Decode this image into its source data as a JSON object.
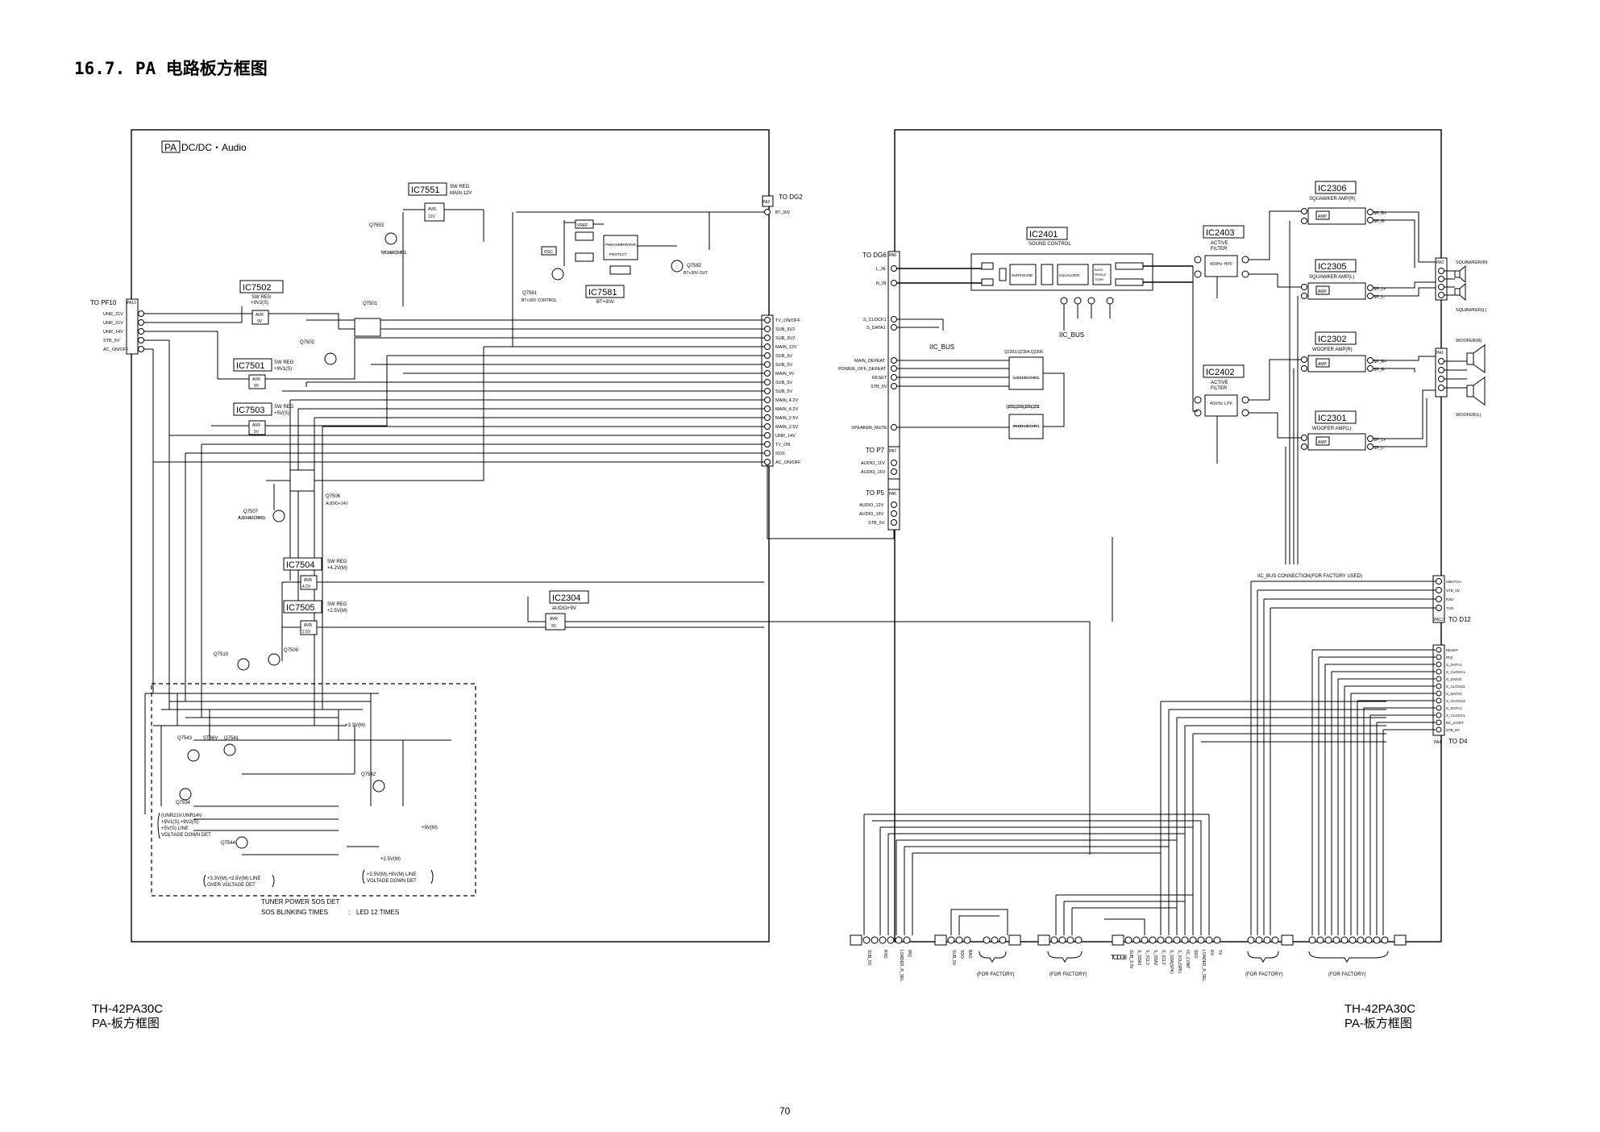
{
  "section_title": "16.7. PA 电路板方框图",
  "board_tag": "PA",
  "board_name": "DC/DC・Audio",
  "model_left": "TH-42PA30C",
  "caption_left": "PA-板方框图",
  "model_right": "TH-42PA30C",
  "caption_right": "PA-板方框图",
  "page_number": "70",
  "connectors": {
    "to_pf10": "TO PF10",
    "pf10_id": "PA10",
    "pf10_pins": [
      "UNR_21V",
      "UNR_21V",
      "UNR_14V",
      "STB_5V",
      "AC_ON/OFF"
    ],
    "to_dg2": "TO DG2",
    "pa2_id": "PA2",
    "bt30v": "BT_30V",
    "pa2_pins": [
      "TV_ON/OFF",
      "SUB_9V2",
      "SUB_9V2",
      "MAIN_12V",
      "SUB_5V",
      "SUB_5V",
      "MAIN_9V",
      "SUB_5V",
      "SUB_5V",
      "MAIN_4.2V",
      "MAIN_4.2V",
      "MAIN_2.5V",
      "MAIN_2.5V",
      "UNR_14V",
      "TV_ON",
      "SOS",
      "AC_ON/OFF"
    ],
    "to_dg6": "TO DG6",
    "pa6_id": "PA6",
    "pa6_audio": [
      "L_IN",
      "R_IN"
    ],
    "pa6_bus": [
      "S_CLOCK1",
      "S_DATA1"
    ],
    "pa6_ctrl": [
      "MAIN_DEFEAT",
      "POWER_OFF_DEFEAT",
      "RESET",
      "STB_5V"
    ],
    "speaker_mute": "SPEAKER_MUTE",
    "to_p7": "TO P7",
    "pa7_id": "PA7",
    "pa7_pins": [
      "AUDIO_11V",
      "AUDIO_16V"
    ],
    "to_p5": "TO P5",
    "pa5_id": "PA5",
    "pa5_pins": [
      "AUDIO_12V",
      "AUDIO_16V",
      "STB_5V"
    ],
    "to_d12": "TO D12",
    "pa12_id": "PA12",
    "pa12_pins": [
      "CBUTCH",
      "STB_5V",
      "RXD",
      "TXD"
    ],
    "to_d4": "TO D4",
    "pa4_id": "PA4",
    "pa4_pins": [
      "RESET",
      "IRQ",
      "S_DATA1",
      "S_CLOCK1",
      "S_DATA2",
      "S_CLOCK2",
      "S_DATA3",
      "S_CLOCK3",
      "S_DATA1",
      "S_CLOCK1",
      "RC_CONT",
      "STB_5V"
    ],
    "iic_conn": "IIC_BUS CONNECTION(FOR FACTORY USED)",
    "pa3_id": "PA3",
    "pa1_id": "PA1",
    "squawker_r": "SQUAWKER(R)",
    "squawker_l": "SQUAWKER(L)",
    "woofer_r": "WOOFER(R)",
    "woofer_l": "WOOFER(L)"
  },
  "ics": {
    "ic7551": {
      "name": "IC7551",
      "desc1": "SW REG",
      "desc2": "MAIN 12V"
    },
    "ic7502": {
      "name": "IC7502",
      "desc1": "SW REG",
      "desc2": "+9V2(S)"
    },
    "ic7501": {
      "name": "IC7501",
      "desc1": "SW REG",
      "desc2": "+9V1(S)"
    },
    "ic7503": {
      "name": "IC7503",
      "desc1": "SW REG",
      "desc2": "+5V(S)"
    },
    "ic7581": {
      "name": "IC7581",
      "desc": "BT+30V"
    },
    "ic7504": {
      "name": "IC7504",
      "desc1": "SW REG",
      "desc2": "+4.2V(M)"
    },
    "ic7505": {
      "name": "IC7505",
      "desc1": "SW REG",
      "desc2": "+2.5V(M)"
    },
    "ic2304": {
      "name": "IC2304",
      "desc": "AUDIO+9V"
    },
    "ic2401": {
      "name": "IC2401",
      "desc": "SOUND CONTROL"
    },
    "ic2403": {
      "name": "IC2403",
      "desc1": "ACTIVE",
      "desc2": "FILTER",
      "filter": "400Hz HPF"
    },
    "ic2402": {
      "name": "IC2402",
      "desc1": "ACTIVE",
      "desc2": "FILTER",
      "filter": "400Hz LPF"
    },
    "ic2306": {
      "name": "IC2306",
      "desc": "SQUAWKER AMP(R)"
    },
    "ic2305": {
      "name": "IC2305",
      "desc": "SQUAWKER AMP(L)"
    },
    "ic2302": {
      "name": "IC2302",
      "desc": "WOOFER AMP(R)"
    },
    "ic2301": {
      "name": "IC2301",
      "desc": "WOOFER AMP(L)"
    }
  },
  "transistors": {
    "q7553": "Q7553",
    "q7553_desc": "TV POWER CONTROL",
    "q7501": "Q7501",
    "q7502": "Q7502",
    "q7506": "Q7506",
    "q7506_desc": "AUDIO+14V",
    "q7507": "Q7507",
    "q7507_desc": "AUDIO+14V CONTROL",
    "q7581": "Q7581",
    "q7581_desc": "BT+30V CONTROL",
    "q7582": "Q7582",
    "q7582_desc": "BT+30V OUT",
    "q7509": "Q7509",
    "q7510": "Q7510",
    "q7543": "Q7543",
    "q7541": "Q7541",
    "q7542": "Q7542",
    "q7544": "Q7544",
    "q7534": "Q7534",
    "st86v": "ST86V"
  },
  "blocks": {
    "pwm": "PWM COMPARATOR",
    "protect": "PROTECT",
    "osc": "OSC",
    "vref": "VREF",
    "mute1": "AUDIO MUTE CONTROL",
    "mute1_q": "Q2303,Q2304,Q2306",
    "mute2": "SPEAKER MUTE CONTROL",
    "mute2_q": "Q2305,Q2309,Q2308,Q2311",
    "iic_bus": "IIC_BUS",
    "iic_bus2": "IIC_BUS",
    "sound_blocks": [
      "SURROUND",
      "EQUALIZER",
      "BASS TREBLE TONE"
    ],
    "sos1": "TUNER POWER SOS DET",
    "sos2": "SOS BLINKING TIMES",
    "sos_colon": ":",
    "sos3": "LED 12 TIMES",
    "det1": "(UNR21V,UNR14V +9V1(S),+9V2(S) +5V(S) LINE VOLTAGE DOWN DET",
    "det2": "+3.3V(M),+2.5V(M) LINE OVER VOLTAGE DET",
    "det3": "+2.5V(M),+9V(M) LINE VOLTAGE DOWN DET",
    "v33": "+3.3V(M)",
    "v9": "+9V(M)",
    "v25": "+2.5V(M)"
  },
  "bottom": {
    "factory": "(FOR FACTORY)",
    "to_dg8": "TO DG8",
    "pins_a": [
      "SUB_5V",
      "RXD",
      "LOADER_R_SEL",
      "IRQ"
    ],
    "pins_b": [
      "SUB_5V",
      "SDO",
      "BAO"
    ],
    "pins_c": [
      "SUB_3.3V",
      "S_SDA3",
      "S_SCL3",
      "S_SDA2",
      "S_SCL2",
      "S_SDA(SPK)",
      "S_SCL(SPK)",
      "IIC_CONT",
      "SEO",
      "LOADER_R_SEL",
      "RX",
      "TX"
    ]
  }
}
